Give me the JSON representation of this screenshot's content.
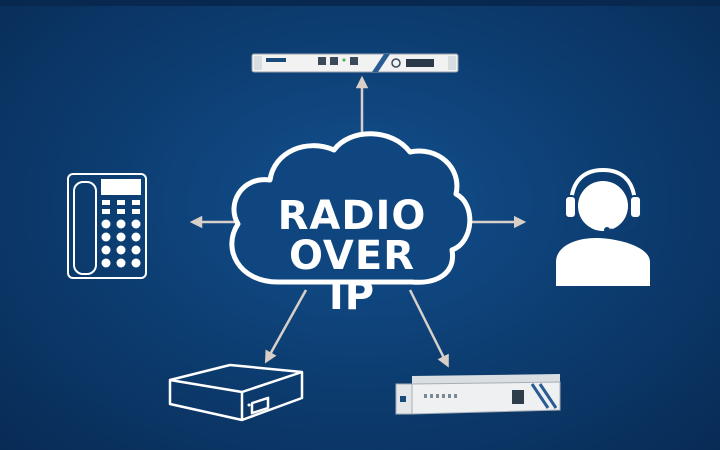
{
  "cloud": {
    "line1": "RADIO",
    "line2": "OVER IP"
  },
  "nodes": [
    {
      "id": "rack-gateway",
      "icon": "rack-gateway-icon"
    },
    {
      "id": "desk-phone",
      "icon": "desk-phone-icon"
    },
    {
      "id": "dispatcher-headset",
      "icon": "headset-operator-icon"
    },
    {
      "id": "desktop-gateway",
      "icon": "desktop-gateway-icon"
    },
    {
      "id": "rack-unit-2",
      "icon": "rack-unit-icon"
    }
  ],
  "colors": {
    "background": "#0d3f74",
    "line": "#ffffff",
    "arrow": "#cfc8c0"
  }
}
